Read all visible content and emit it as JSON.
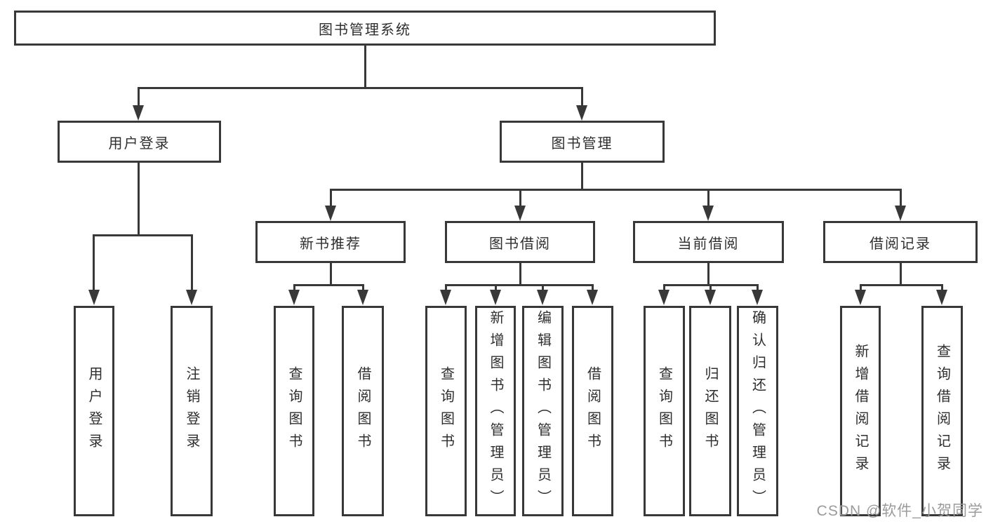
{
  "root": {
    "label": "图书管理系统"
  },
  "level2": [
    {
      "label": "用户登录",
      "leaves": [
        "用户登录",
        "注销登录"
      ]
    },
    {
      "label": "图书管理"
    }
  ],
  "level3": [
    {
      "label": "新书推荐",
      "leaves": [
        "查询图书",
        "借阅图书"
      ]
    },
    {
      "label": "图书借阅",
      "leaves": [
        "查询图书",
        "新增图书（管理员）",
        "编辑图书（管理员）",
        "借阅图书"
      ]
    },
    {
      "label": "当前借阅",
      "leaves": [
        "查询图书",
        "归还图书",
        "确认归还（管理员）"
      ]
    },
    {
      "label": "借阅记录",
      "leaves": [
        "新增借阅记录",
        "查询借阅记录"
      ]
    }
  ],
  "watermark": "CSDN @软件_小贺同学",
  "colors": {
    "line": "#383838",
    "text": "#2e2e2e",
    "background": "#ffffff",
    "watermark": "#9b9b9b"
  }
}
